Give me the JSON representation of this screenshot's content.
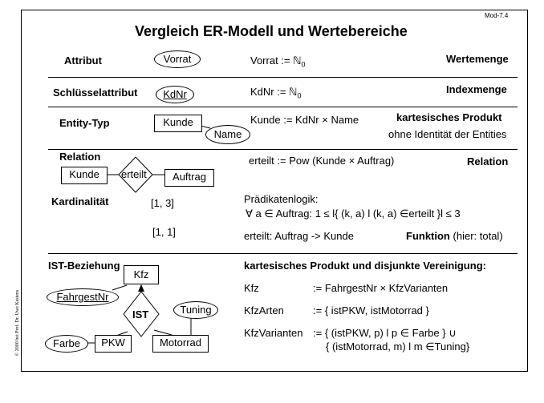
{
  "slide_id": "Mod-7.4",
  "title": "Vergleich ER-Modell und Wertebereiche",
  "copyright": "© 2000 bei Prof. Dr. Uwe Kastens",
  "sec_attribut": {
    "label": "Attribut",
    "ellipse": "Vorrat",
    "formula": "Vorrat :=  ℕ",
    "formula_sub": "0",
    "right": "Wertemenge"
  },
  "sec_schluessel": {
    "label": "Schlüsselattribut",
    "ellipse": "KdNr",
    "formula": "KdNr := ℕ",
    "formula_sub": "0",
    "right": "Indexmenge"
  },
  "sec_entity": {
    "label": "Entity-Typ",
    "box": "Kunde",
    "ellipse": "Name",
    "formula": "Kunde := KdNr × Name",
    "right": "kartesisches Produkt",
    "right2": "ohne Identität der Entities"
  },
  "sec_relation": {
    "label": "Relation",
    "box_left": "Kunde",
    "diamond": "erteilt",
    "box_right": "Auftrag",
    "formula": "erteilt := Pow (Kunde × Auftrag)",
    "right": "Relation",
    "kard_label": "Kardinalität",
    "kard1": "[1, 3]",
    "kard2": "[1, 1]",
    "pl_title": "Prädikatenlogik:",
    "pl_formula": "∀ a ∈ Auftrag: 1 ≤ l{ (k, a) l (k, a) ∈erteilt }l ≤ 3",
    "func_formula": "erteilt: Auftrag -> Kunde",
    "func_label": "Funktion",
    "func_note": "(hier: total)"
  },
  "sec_ist": {
    "label": "IST-Beziehung",
    "box_kfz": "Kfz",
    "ellipse_fg": "FahrgestNr",
    "diamond": "IST",
    "ellipse_tuning": "Tuning",
    "ellipse_farbe": "Farbe",
    "box_pkw": "PKW",
    "box_motorrad": "Motorrad",
    "right_title": "kartesisches Produkt und disjunkte Vereinigung:",
    "l1_left": "Kfz",
    "l1_right": ":= FahrgestNr × KfzVarianten",
    "l2_left": "KfzArten",
    "l2_right": ":= { istPKW, istMotorrad }",
    "l3_left": "KfzVarianten",
    "l3_right": ":= { (istPKW, p) l p ∈ Farbe } ∪",
    "l4": "{ (istMotorrad, m) l m ∈Tuning}"
  }
}
